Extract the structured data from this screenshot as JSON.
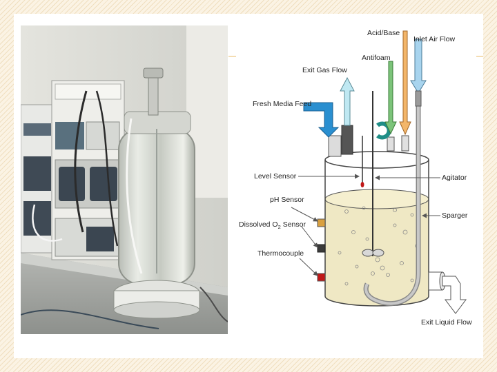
{
  "slide": {
    "background_color": "#fbf3e4",
    "accent_color": "#e8b860"
  },
  "photo": {
    "subject": "laboratory glass bioreactor with control units"
  },
  "diagram": {
    "labels": {
      "acid_base": "Acid/Base",
      "inlet_air_flow": "Inlet Air Flow",
      "antifoam": "Antifoam",
      "exit_gas_flow": "Exit Gas Flow",
      "fresh_media_feed": "Fresh Media Feed",
      "level_sensor": "Level Sensor",
      "agitator": "Agitator",
      "ph_sensor": "pH Sensor",
      "dissolved_o2_sensor_prefix": "Dissolved O",
      "dissolved_o2_sensor_sub": "2",
      "dissolved_o2_sensor_suffix": " Sensor",
      "sparger": "Sparger",
      "thermocouple": "Thermocouple",
      "exit_liquid_flow": "Exit Liquid Flow"
    },
    "colors": {
      "media_feed_arrow": "#2a8fd0",
      "exit_gas_arrow": "#bfe8f2",
      "antifoam_arrow": "#7cc47a",
      "acid_base_arrow": "#f3b66a",
      "inlet_air_arrow": "#a8d4ee",
      "antifoam_hook": "#1f8d86",
      "liquid": "#efe8c4",
      "ph_sensor": "#d9a040",
      "dissolved_o2_sensor": "#3a3a3a",
      "thermocouple": "#c01818"
    }
  }
}
